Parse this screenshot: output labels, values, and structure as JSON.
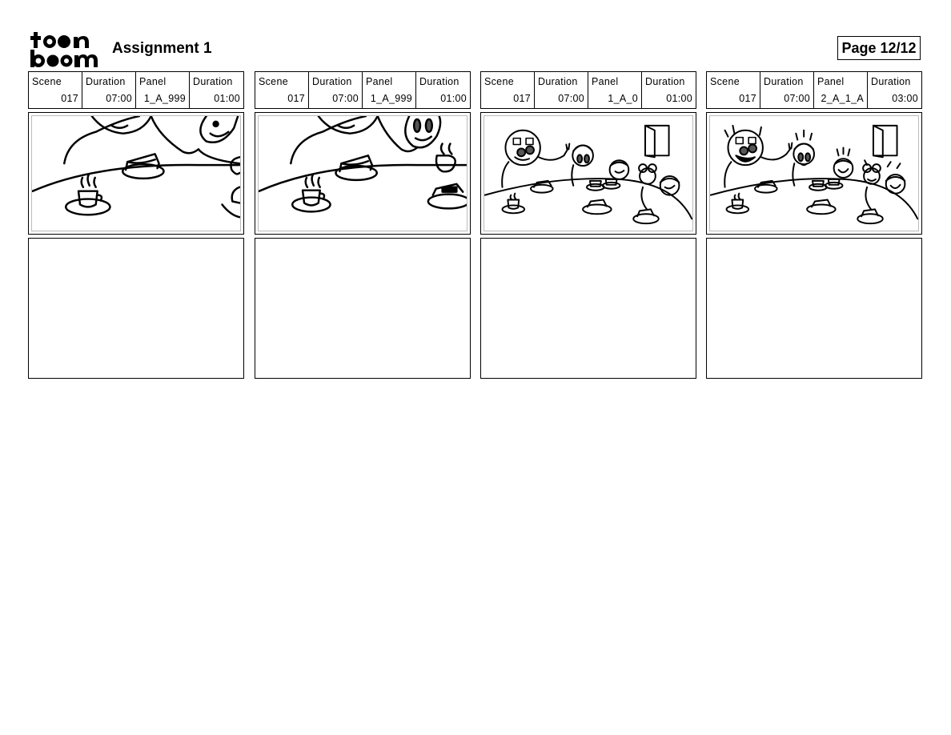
{
  "header": {
    "logo_text": "toonboom",
    "project_title": "Assignment 1",
    "page_indicator": "Page 12/12"
  },
  "labels": {
    "scene": "Scene",
    "duration": "Duration",
    "panel": "Panel"
  },
  "panels": [
    {
      "scene": "017",
      "scene_duration": "07:00",
      "panel": "1_A_999",
      "panel_duration": "01:00",
      "sketch": "close-up-cake-coffee"
    },
    {
      "scene": "017",
      "scene_duration": "07:00",
      "panel": "1_A_999",
      "panel_duration": "01:00",
      "sketch": "close-up-cake-coffee-variant"
    },
    {
      "scene": "017",
      "scene_duration": "07:00",
      "panel": "1_A_0",
      "panel_duration": "01:00",
      "sketch": "wide-table-family"
    },
    {
      "scene": "017",
      "scene_duration": "07:00",
      "panel": "2_A_1_A",
      "panel_duration": "03:00",
      "sketch": "wide-table-family-excited"
    }
  ]
}
